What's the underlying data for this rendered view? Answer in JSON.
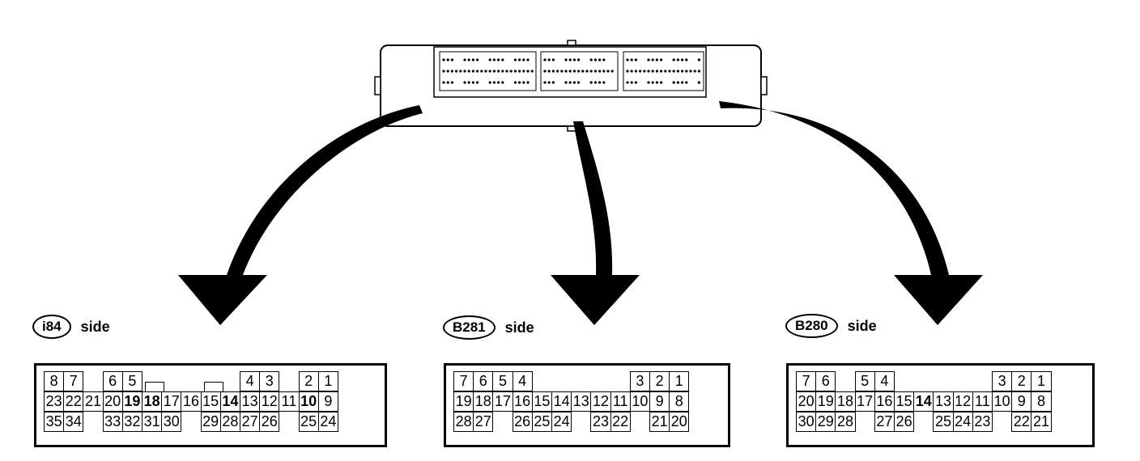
{
  "connectors": [
    {
      "id": "i84",
      "side_label": "side",
      "rows": [
        [
          {
            "t": "8"
          },
          {
            "t": "7"
          },
          null,
          {
            "t": "6"
          },
          {
            "t": "5"
          },
          null,
          null,
          null,
          null,
          null,
          {
            "t": "4"
          },
          {
            "t": "3"
          },
          null,
          {
            "t": "2"
          },
          {
            "t": "1"
          }
        ],
        [
          {
            "t": "23"
          },
          {
            "t": "22"
          },
          {
            "t": "21"
          },
          {
            "t": "20"
          },
          {
            "t": "19",
            "b": 1
          },
          {
            "t": "18",
            "b": 1
          },
          {
            "t": "17"
          },
          {
            "t": "16"
          },
          {
            "t": "15"
          },
          {
            "t": "14",
            "b": 1
          },
          {
            "t": "13"
          },
          {
            "t": "12"
          },
          {
            "t": "11"
          },
          {
            "t": "10",
            "b": 1
          },
          {
            "t": "9"
          }
        ],
        [
          {
            "t": "35"
          },
          {
            "t": "34"
          },
          null,
          {
            "t": "33"
          },
          {
            "t": "32"
          },
          {
            "t": "31"
          },
          {
            "t": "30"
          },
          null,
          {
            "t": "29"
          },
          {
            "t": "28"
          },
          {
            "t": "27"
          },
          {
            "t": "26"
          },
          null,
          {
            "t": "25"
          },
          {
            "t": "24"
          }
        ]
      ]
    },
    {
      "id": "B281",
      "side_label": "side",
      "rows": [
        [
          {
            "t": "7"
          },
          {
            "t": "6"
          },
          {
            "t": "5"
          },
          {
            "t": "4"
          },
          null,
          null,
          null,
          null,
          null,
          {
            "t": "3"
          },
          {
            "t": "2"
          },
          {
            "t": "1"
          }
        ],
        [
          {
            "t": "19"
          },
          {
            "t": "18"
          },
          {
            "t": "17"
          },
          {
            "t": "16"
          },
          {
            "t": "15"
          },
          {
            "t": "14"
          },
          {
            "t": "13"
          },
          {
            "t": "12"
          },
          {
            "t": "11"
          },
          {
            "t": "10"
          },
          {
            "t": "9"
          },
          {
            "t": "8"
          }
        ],
        [
          {
            "t": "28"
          },
          {
            "t": "27"
          },
          null,
          {
            "t": "26"
          },
          {
            "t": "25"
          },
          {
            "t": "24"
          },
          null,
          {
            "t": "23"
          },
          {
            "t": "22"
          },
          null,
          {
            "t": "21"
          },
          {
            "t": "20"
          }
        ]
      ]
    },
    {
      "id": "B280",
      "side_label": "side",
      "rows": [
        [
          {
            "t": "7"
          },
          {
            "t": "6"
          },
          null,
          {
            "t": "5"
          },
          {
            "t": "4"
          },
          null,
          null,
          null,
          null,
          null,
          {
            "t": "3"
          },
          {
            "t": "2"
          },
          {
            "t": "1"
          }
        ],
        [
          {
            "t": "20"
          },
          {
            "t": "19"
          },
          {
            "t": "18"
          },
          {
            "t": "17"
          },
          {
            "t": "16"
          },
          {
            "t": "15"
          },
          {
            "t": "14",
            "b": 1
          },
          {
            "t": "13"
          },
          {
            "t": "12"
          },
          {
            "t": "11"
          },
          {
            "t": "10"
          },
          {
            "t": "9"
          },
          {
            "t": "8"
          }
        ],
        [
          {
            "t": "30"
          },
          {
            "t": "29"
          },
          {
            "t": "28"
          },
          null,
          {
            "t": "27"
          },
          {
            "t": "26"
          },
          null,
          {
            "t": "25"
          },
          {
            "t": "24"
          },
          {
            "t": "23"
          },
          null,
          {
            "t": "22"
          },
          {
            "t": "21"
          }
        ]
      ]
    }
  ]
}
